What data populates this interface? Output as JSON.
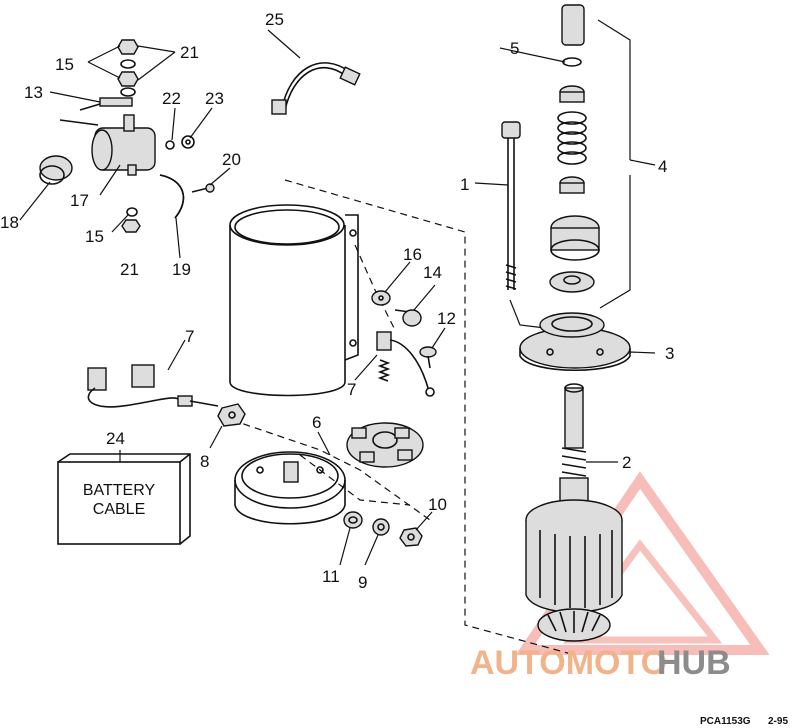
{
  "diagram": {
    "callouts": [
      {
        "id": "c1",
        "text": "1"
      },
      {
        "id": "c2",
        "text": "2"
      },
      {
        "id": "c3",
        "text": "3"
      },
      {
        "id": "c4",
        "text": "4"
      },
      {
        "id": "c5",
        "text": "5"
      },
      {
        "id": "c6",
        "text": "6"
      },
      {
        "id": "c7a",
        "text": "7"
      },
      {
        "id": "c7b",
        "text": "7"
      },
      {
        "id": "c8",
        "text": "8"
      },
      {
        "id": "c9",
        "text": "9"
      },
      {
        "id": "c10",
        "text": "10"
      },
      {
        "id": "c11",
        "text": "11"
      },
      {
        "id": "c12",
        "text": "12"
      },
      {
        "id": "c13",
        "text": "13"
      },
      {
        "id": "c14",
        "text": "14"
      },
      {
        "id": "c15a",
        "text": "15"
      },
      {
        "id": "c15b",
        "text": "15"
      },
      {
        "id": "c16",
        "text": "16"
      },
      {
        "id": "c17",
        "text": "17"
      },
      {
        "id": "c18",
        "text": "18"
      },
      {
        "id": "c19",
        "text": "19"
      },
      {
        "id": "c20",
        "text": "20"
      },
      {
        "id": "c21a",
        "text": "21"
      },
      {
        "id": "c21b",
        "text": "21"
      },
      {
        "id": "c22",
        "text": "22"
      },
      {
        "id": "c23",
        "text": "23"
      },
      {
        "id": "c24",
        "text": "24"
      },
      {
        "id": "c25",
        "text": "25"
      }
    ],
    "battery_box": {
      "line1": "BATTERY",
      "line2": "CABLE"
    },
    "figure_code": "PCA1153G",
    "figure_date": "2-95"
  },
  "watermark": {
    "brand_part1": "AUTOMOTO",
    "brand_part2": "HUB",
    "color_primary": "#f2b38b",
    "color_secondary": "#8c8c8c"
  }
}
